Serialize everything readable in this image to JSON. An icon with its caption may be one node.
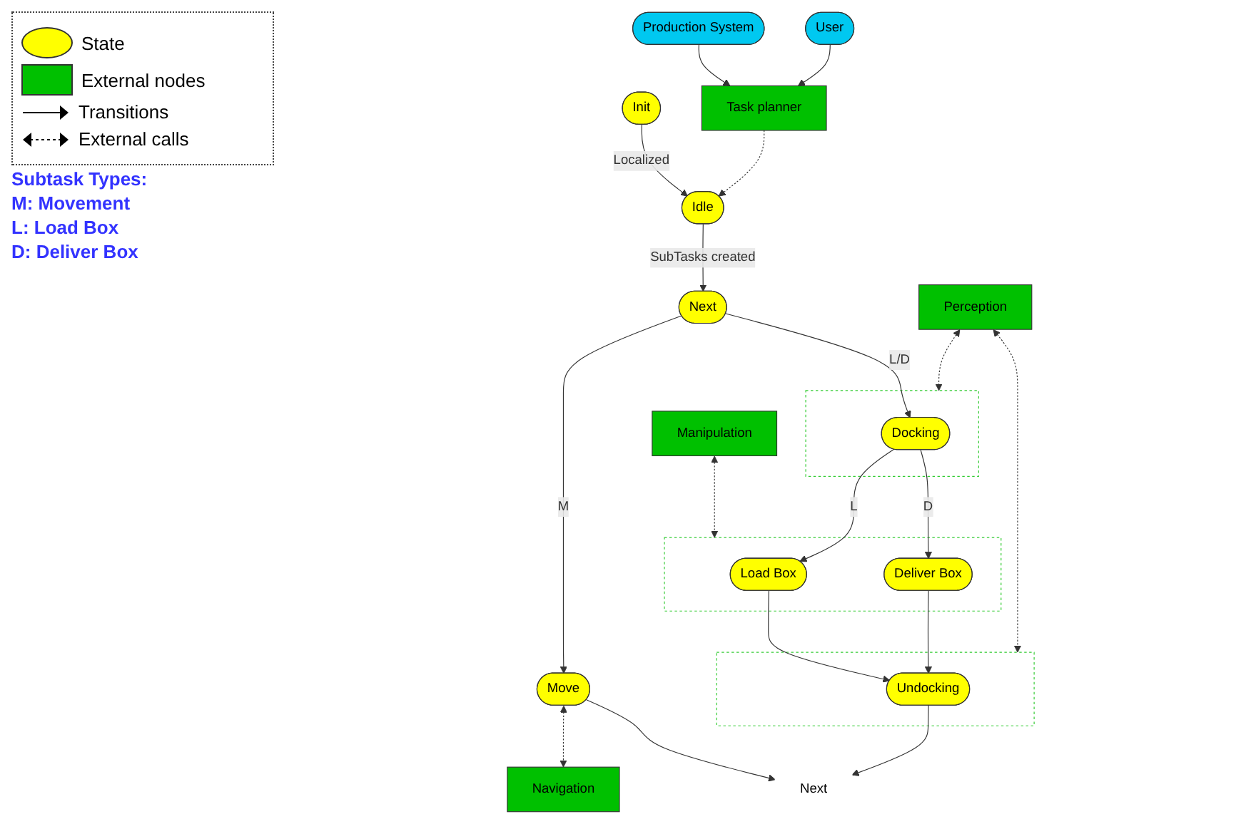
{
  "diagram": {
    "nodes": [
      {
        "text": [
          "Init"
        ]
      },
      {
        "text": [
          "Idle"
        ]
      },
      {
        "text": [
          "Task planner"
        ]
      },
      {
        "text": [
          "Production System"
        ]
      },
      {
        "text": [
          "User"
        ]
      },
      {
        "text": [
          "Next"
        ]
      },
      {
        "text": [
          "Move"
        ]
      },
      {
        "text": [
          "Navigation"
        ]
      },
      {
        "text": [],
        "shape": "box"
      },
      {
        "text": [
          "Docking"
        ],
        "in": 8
      },
      {
        "text": [
          "Perception"
        ]
      },
      {
        "text": [
          "Manipulation"
        ]
      },
      {
        "text": [],
        "shape": "box"
      },
      {
        "text": [
          "Load Box"
        ],
        "in": 12
      },
      {
        "text": [
          "Deliver Box"
        ],
        "in": 12
      },
      {
        "text": [],
        "shape": "box"
      },
      {
        "text": [
          "Undocking"
        ],
        "in": 15
      },
      {
        "text": [
          "Next"
        ]
      }
    ],
    "edges": [
      {
        "from": 0,
        "to": 1,
        "arrow": "to",
        "label": "Localized"
      },
      {
        "from": 2,
        "to": 1,
        "arrow": "to",
        "style": "dashed"
      },
      {
        "from": 3,
        "to": 2,
        "arrow": "to"
      },
      {
        "from": 4,
        "to": 2,
        "arrow": "to"
      },
      {
        "from": 1,
        "to": 5,
        "arrow": "to",
        "label": "SubTasks created"
      },
      {
        "from": 5,
        "to": 6,
        "arrow": "to",
        "label": "M"
      },
      {
        "from": 5,
        "to": 9,
        "arrow": "to",
        "label": "L/D"
      },
      {
        "from": 6,
        "to": 7,
        "arrow": "both",
        "style": "dashed"
      },
      {
        "from": 10,
        "to": 8,
        "arrow": "both",
        "style": "dashed"
      },
      {
        "from": 10,
        "to": 15,
        "arrow": "both",
        "style": "dashed"
      },
      {
        "from": 11,
        "to": 12,
        "arrow": "both",
        "style": "dashed"
      },
      {
        "from": 9,
        "to": 13,
        "arrow": "to",
        "label": "L"
      },
      {
        "from": 9,
        "to": 14,
        "arrow": "to",
        "label": "D"
      },
      {
        "from": 13,
        "to": 16,
        "arrow": "to"
      },
      {
        "from": 14,
        "to": 16,
        "arrow": "to"
      },
      {
        "from": 6,
        "to": 17,
        "arrow": "to"
      },
      {
        "from": 16,
        "to": 17,
        "arrow": "to"
      }
    ],
    "labels": [
      "Subtask Types:",
      "M: Movement",
      "L: Load Box",
      "D: Deliver Box"
    ],
    "legend": [
      {
        "text": "State",
        "color": "#ffff00"
      },
      {
        "text": "External nodes",
        "color": "#00c000"
      },
      {
        "text": "Transitions"
      },
      {
        "text": "External calls"
      }
    ]
  }
}
